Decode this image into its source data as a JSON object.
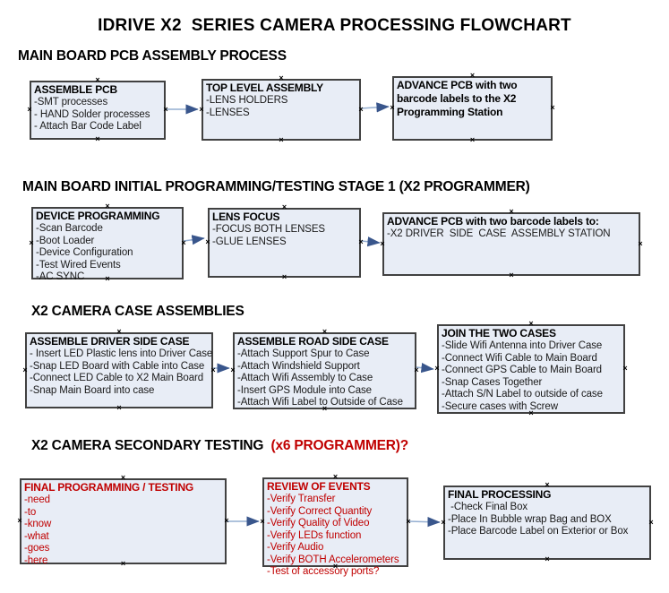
{
  "title": "IDRIVE X2  SERIES CAMERA PROCESSING FLOWCHART",
  "colors": {
    "box_fill": "#e8edf6",
    "box_border": "#414141",
    "red_text": "#c00000",
    "arrow_line": "#94aed1",
    "arrow_head": "#39568c"
  },
  "sections": [
    {
      "id": "s1",
      "header": "MAIN BOARD PCB ASSEMBLY PROCESS",
      "header_suffix": "",
      "boxes": [
        {
          "id": "r1b1",
          "red": false,
          "title": "ASSEMBLE PCB",
          "items": [
            "-SMT processes",
            "- HAND Solder processes",
            "- Attach Bar Code Label"
          ]
        },
        {
          "id": "r1b2",
          "red": false,
          "title": "TOP LEVEL ASSEMBLY",
          "items": [
            "-LENS HOLDERS",
            "-LENSES"
          ]
        },
        {
          "id": "r1b3",
          "red": false,
          "title": "ADVANCE PCB with two barcode labels to the X2 Programming Station",
          "items": []
        }
      ]
    },
    {
      "id": "s2",
      "header": "MAIN BOARD INITIAL PROGRAMMING/TESTING STAGE 1 (X2 PROGRAMMER)",
      "header_suffix": "",
      "boxes": [
        {
          "id": "r2b1",
          "red": false,
          "title": "DEVICE PROGRAMMING",
          "items": [
            "-Scan Barcode",
            "-Boot Loader",
            "-Device Configuration",
            "-Test Wired Events",
            "-AC SYNC"
          ]
        },
        {
          "id": "r2b2",
          "red": false,
          "title": "LENS FOCUS",
          "items": [
            "-FOCUS BOTH LENSES",
            "-GLUE LENSES"
          ]
        },
        {
          "id": "r2b3",
          "red": false,
          "title": "ADVANCE PCB with two barcode labels to:",
          "items": [
            "-X2 DRIVER  SIDE  CASE  ASSEMBLY STATION"
          ]
        }
      ]
    },
    {
      "id": "s3",
      "header": "X2 CAMERA CASE ASSEMBLIES",
      "header_suffix": "",
      "boxes": [
        {
          "id": "r3b1",
          "red": false,
          "title": "ASSEMBLE DRIVER SIDE CASE",
          "items": [
            "- Insert LED Plastic lens into Driver Case",
            "-Snap LED Board with Cable into Case",
            "-Connect LED Cable to X2 Main Board",
            "-Snap Main Board into case"
          ]
        },
        {
          "id": "r3b2",
          "red": false,
          "title": "ASSEMBLE ROAD SIDE CASE",
          "items": [
            "-Attach Support Spur to Case",
            "-Attach Windshield Support",
            "-Attach Wifi Assembly to Case",
            "-Insert GPS Module into Case",
            "-Attach Wifi Label to Outside of Case"
          ]
        },
        {
          "id": "r3b3",
          "red": false,
          "title": "JOIN THE TWO CASES",
          "items": [
            "-Slide Wifi Antenna into Driver Case",
            "-Connect Wifi Cable to Main Board",
            "-Connect GPS Cable to Main Board",
            "-Snap Cases Together",
            "-Attach S/N Label to outside of case",
            "-Secure cases with Screw"
          ]
        }
      ]
    },
    {
      "id": "s4",
      "header": "X2 CAMERA SECONDARY TESTING",
      "header_suffix": "  (x6 PROGRAMMER)?",
      "boxes": [
        {
          "id": "r4b1",
          "red": true,
          "title": "FINAL PROGRAMMING / TESTING",
          "items": [
            "-need",
            "-to",
            "-know",
            "-what",
            "-goes",
            "-here"
          ]
        },
        {
          "id": "r4b2",
          "red": true,
          "title": "REVIEW OF EVENTS",
          "items": [
            "-Verify Transfer",
            "-Verify Correct Quantity",
            "-Verify Quality of Video",
            "-Verify LEDs function",
            "-Verify Audio",
            "-Verify BOTH Accelerometers",
            "-Test of accessory ports?"
          ]
        },
        {
          "id": "r4b3",
          "red": false,
          "title": "FINAL PROCESSING",
          "items": [
            " -Check Final Box",
            "-Place In Bubble wrap Bag and BOX",
            "-Place Barcode Label on Exterior or Box"
          ]
        }
      ]
    }
  ]
}
